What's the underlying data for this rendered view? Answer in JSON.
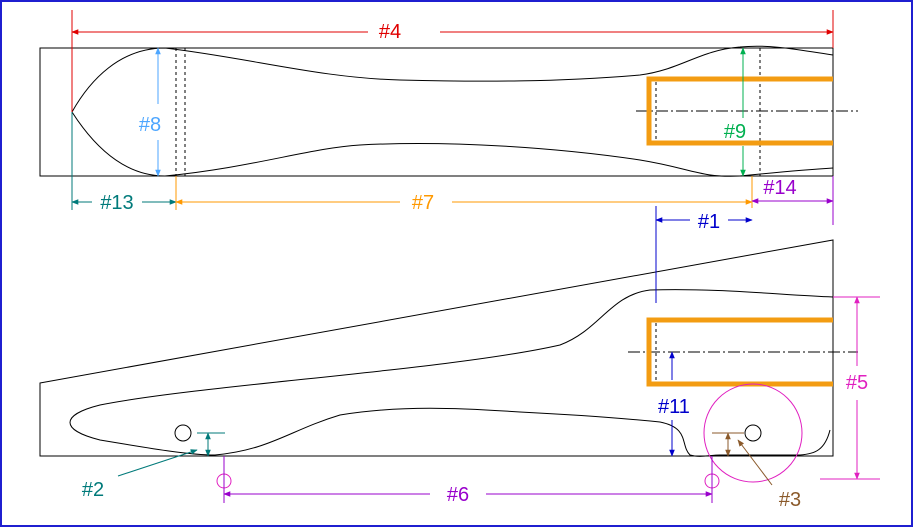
{
  "colors": {
    "outline": "#000000",
    "frame": "#1f1fd0",
    "axle_tube": "#f39c12",
    "dim4": "#e00000",
    "dim8": "#4da6ff",
    "dim9": "#00b050",
    "dim13": "#007a7a",
    "dim7": "#ff9900",
    "dim14": "#9900cc",
    "dim1": "#0000cc",
    "dim5": "#e020c0",
    "dim11": "#0000cc",
    "dim2": "#007a7a",
    "dim6": "#9900cc",
    "dim3": "#8b5a2b",
    "wheel": "#e020c0"
  },
  "labels": {
    "d4": "#4",
    "d8": "#8",
    "d9": "#9",
    "d13": "#13",
    "d7": "#7",
    "d14": "#14",
    "d1": "#1",
    "d5": "#5",
    "d11": "#11",
    "d2": "#2",
    "d6": "#6",
    "d3": "#3"
  }
}
